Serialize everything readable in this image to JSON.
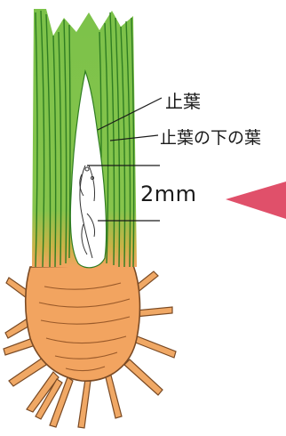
{
  "labels": {
    "flag_leaf": "止葉",
    "leaf_below_flag": "止葉の下の葉",
    "measurement": "2mm"
  },
  "colors": {
    "leaf_green": "#7cc24a",
    "leaf_dark": "#2f7d22",
    "base_orange": "#f2a460",
    "base_outline": "#7a4a24",
    "arrow_red": "#e0506a"
  }
}
